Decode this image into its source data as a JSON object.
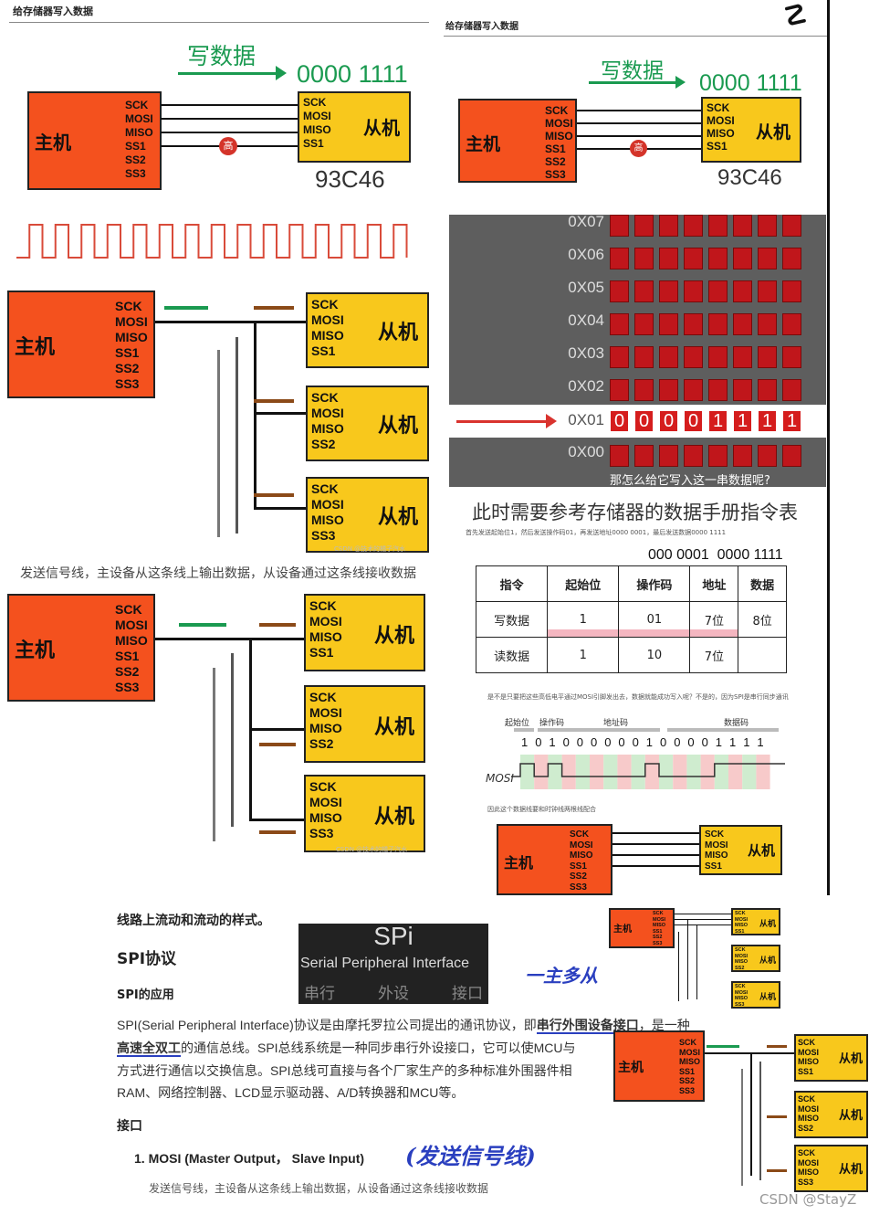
{
  "panel_title": "给存储器写入数据",
  "host_label": "主机",
  "slave_label": "从机",
  "chip_label": "93C46",
  "write_label": "写数据",
  "write_bits": "0000 1111",
  "high_label": "高",
  "host_pins": [
    "SCK",
    "MOSI",
    "MISO",
    "SS1",
    "SS2",
    "SS3"
  ],
  "slave_pins": {
    "s1": [
      "SCK",
      "MOSI",
      "MISO",
      "SS1"
    ],
    "s2": [
      "SCK",
      "MOSI",
      "MISO",
      "SS2"
    ],
    "s3": [
      "SCK",
      "MOSI",
      "MISO",
      "SS3"
    ]
  },
  "register_labels": [
    "0X07",
    "0X06",
    "0X05",
    "0X04",
    "0X03",
    "0X02",
    "0X01",
    "0X00"
  ],
  "register_bits": [
    "0",
    "0",
    "0",
    "0",
    "1",
    "1",
    "1",
    "1"
  ],
  "register_caption": "那怎么给它写入这一串数据呢?",
  "datasheet_title": "此时需要参考存储器的数据手册指令表",
  "datasheet_note": "首先发送起始位1，然后发送操作码01，再发送地址0000 0001，最后发送数据0000 1111",
  "bits_caption": "000 0001  0000 1111",
  "cmd_table": {
    "headers": [
      "指令",
      "起始位",
      "操作码",
      "地址",
      "数据"
    ],
    "rows": [
      [
        "写数据",
        "1",
        "01",
        "7位",
        "8位"
      ],
      [
        "读数据",
        "1",
        "10",
        "7位",
        ""
      ]
    ]
  },
  "serial_note": "是不是只要把这些高低电平通过MOSI引脚发出去，数据就能成功写入呢？不是的，因为SPI是串行同步通讯",
  "timing_groups": [
    "起始位",
    "操作码",
    "地址码",
    "数据码"
  ],
  "timing_bits": [
    "1",
    "0",
    "1",
    "0",
    "0",
    "0",
    "0",
    "0",
    "0",
    "1",
    "0",
    "0",
    "0",
    "0",
    "1",
    "1",
    "1",
    "1"
  ],
  "mosi_label": "MOSI",
  "clock_note": "因此这个数据线要和时钟线两根线配合",
  "mosi_desc": "发送信号线，主设备从这条线上输出数据，从设备通过这条线接收数据",
  "flow_heading": "线路上流动和流动的样式。",
  "spi_heading": "SPI协议",
  "spi_app": "SPI的应用",
  "spi_banner": {
    "title": "SPi",
    "sub": "Serial Peripheral Interface",
    "cn": [
      "串行",
      "外设",
      "接口"
    ]
  },
  "hand_master": "一主多从",
  "hand_mosi": "(发送信号线)",
  "para": {
    "l1a": "SPI(Serial Peripheral Interface)协议是由摩托罗拉公司提出的通讯协议，即",
    "l1b": "串行外围设备接口",
    "l1c": "，是一种",
    "l2a": "高速全双工",
    "l2b": "的通信总线。SPI总线系统是一种同步串行外设接口，它可以使MCU与",
    "l3": "方式进行通信以交换信息。SPI总线可直接与各个厂家生产的多种标准外围器件相",
    "l4": "RAM、网络控制器、LCD显示驱动器、A/D转换器和MCU等。"
  },
  "iface_heading": "接口",
  "mosi_item": "1. MOSI (Master Output， Slave Input)",
  "csdn": "CSDN @StayZ",
  "watermark": "CSDN @技术的橘子汽水",
  "colors": {
    "host": "#f4511e",
    "slave": "#f8c81c",
    "green": "#1a9a50",
    "brown": "#8b4a18",
    "register": "#c0161b",
    "handwriting": "#2a3fbf"
  }
}
